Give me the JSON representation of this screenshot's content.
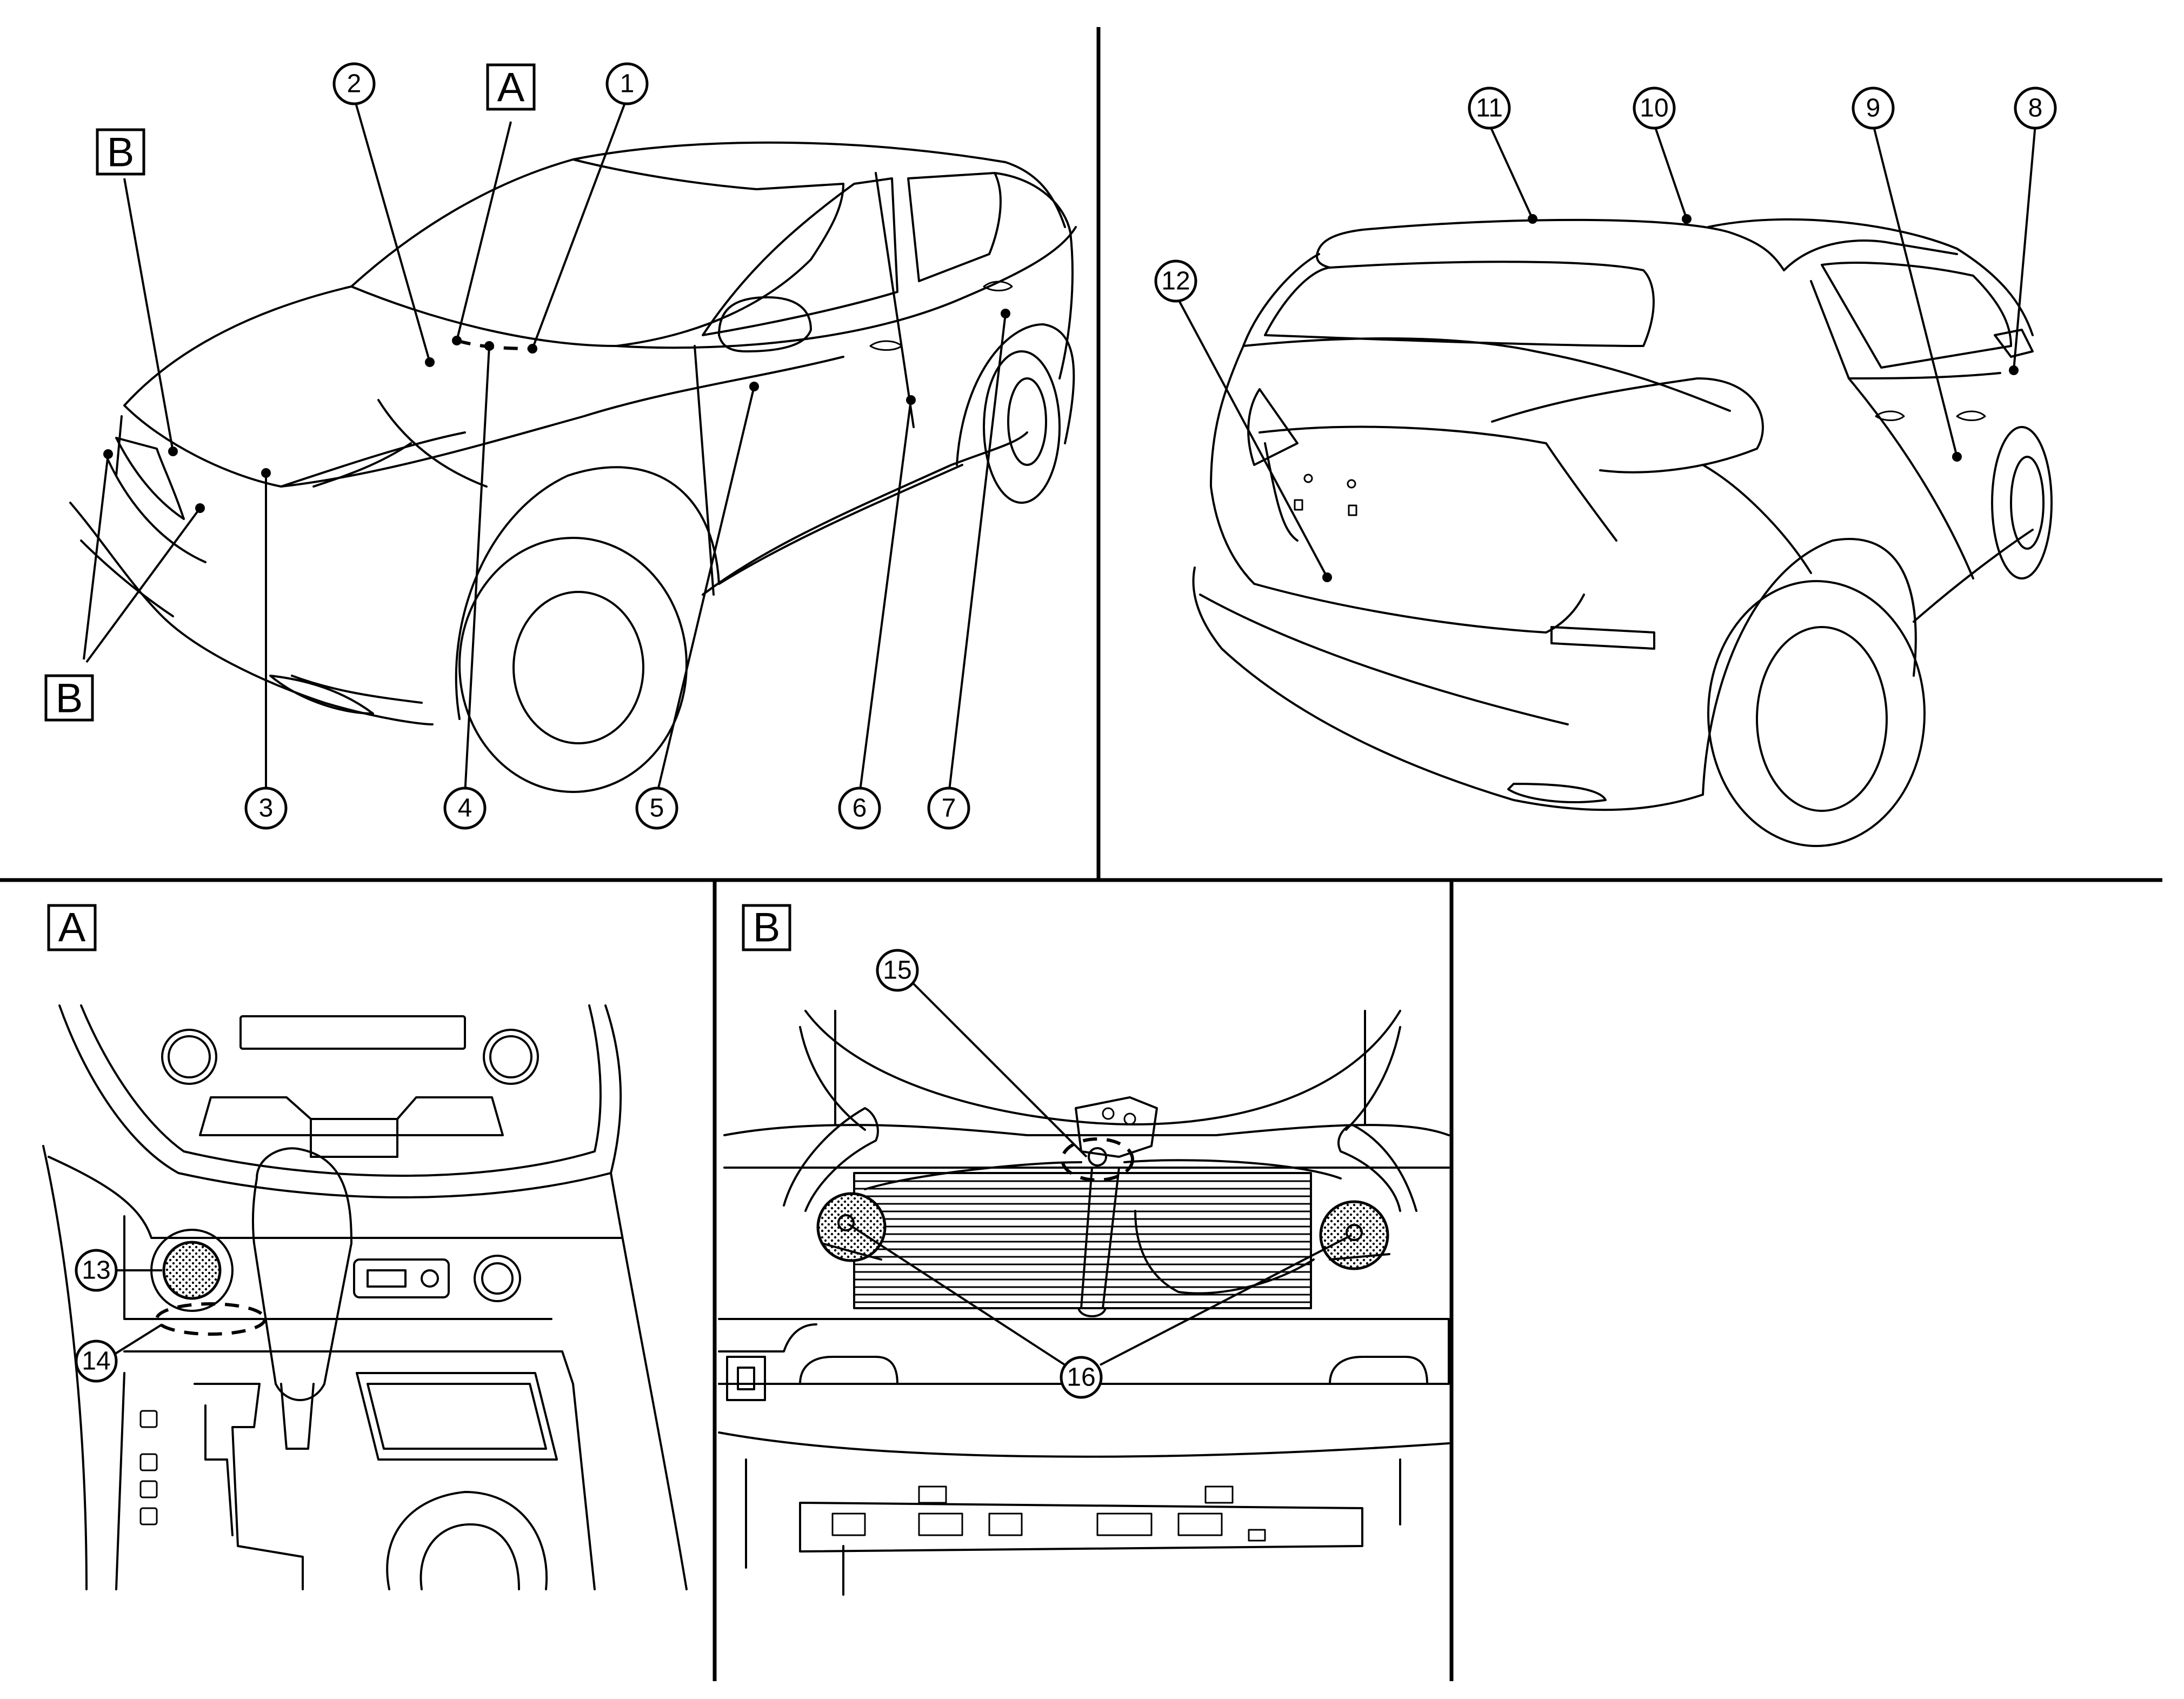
{
  "callouts": [
    "1",
    "2",
    "3",
    "4",
    "5",
    "6",
    "7",
    "8",
    "9",
    "10",
    "11",
    "12",
    "13",
    "14",
    "15",
    "16"
  ],
  "letters": {
    "a": "A",
    "b": "B"
  }
}
